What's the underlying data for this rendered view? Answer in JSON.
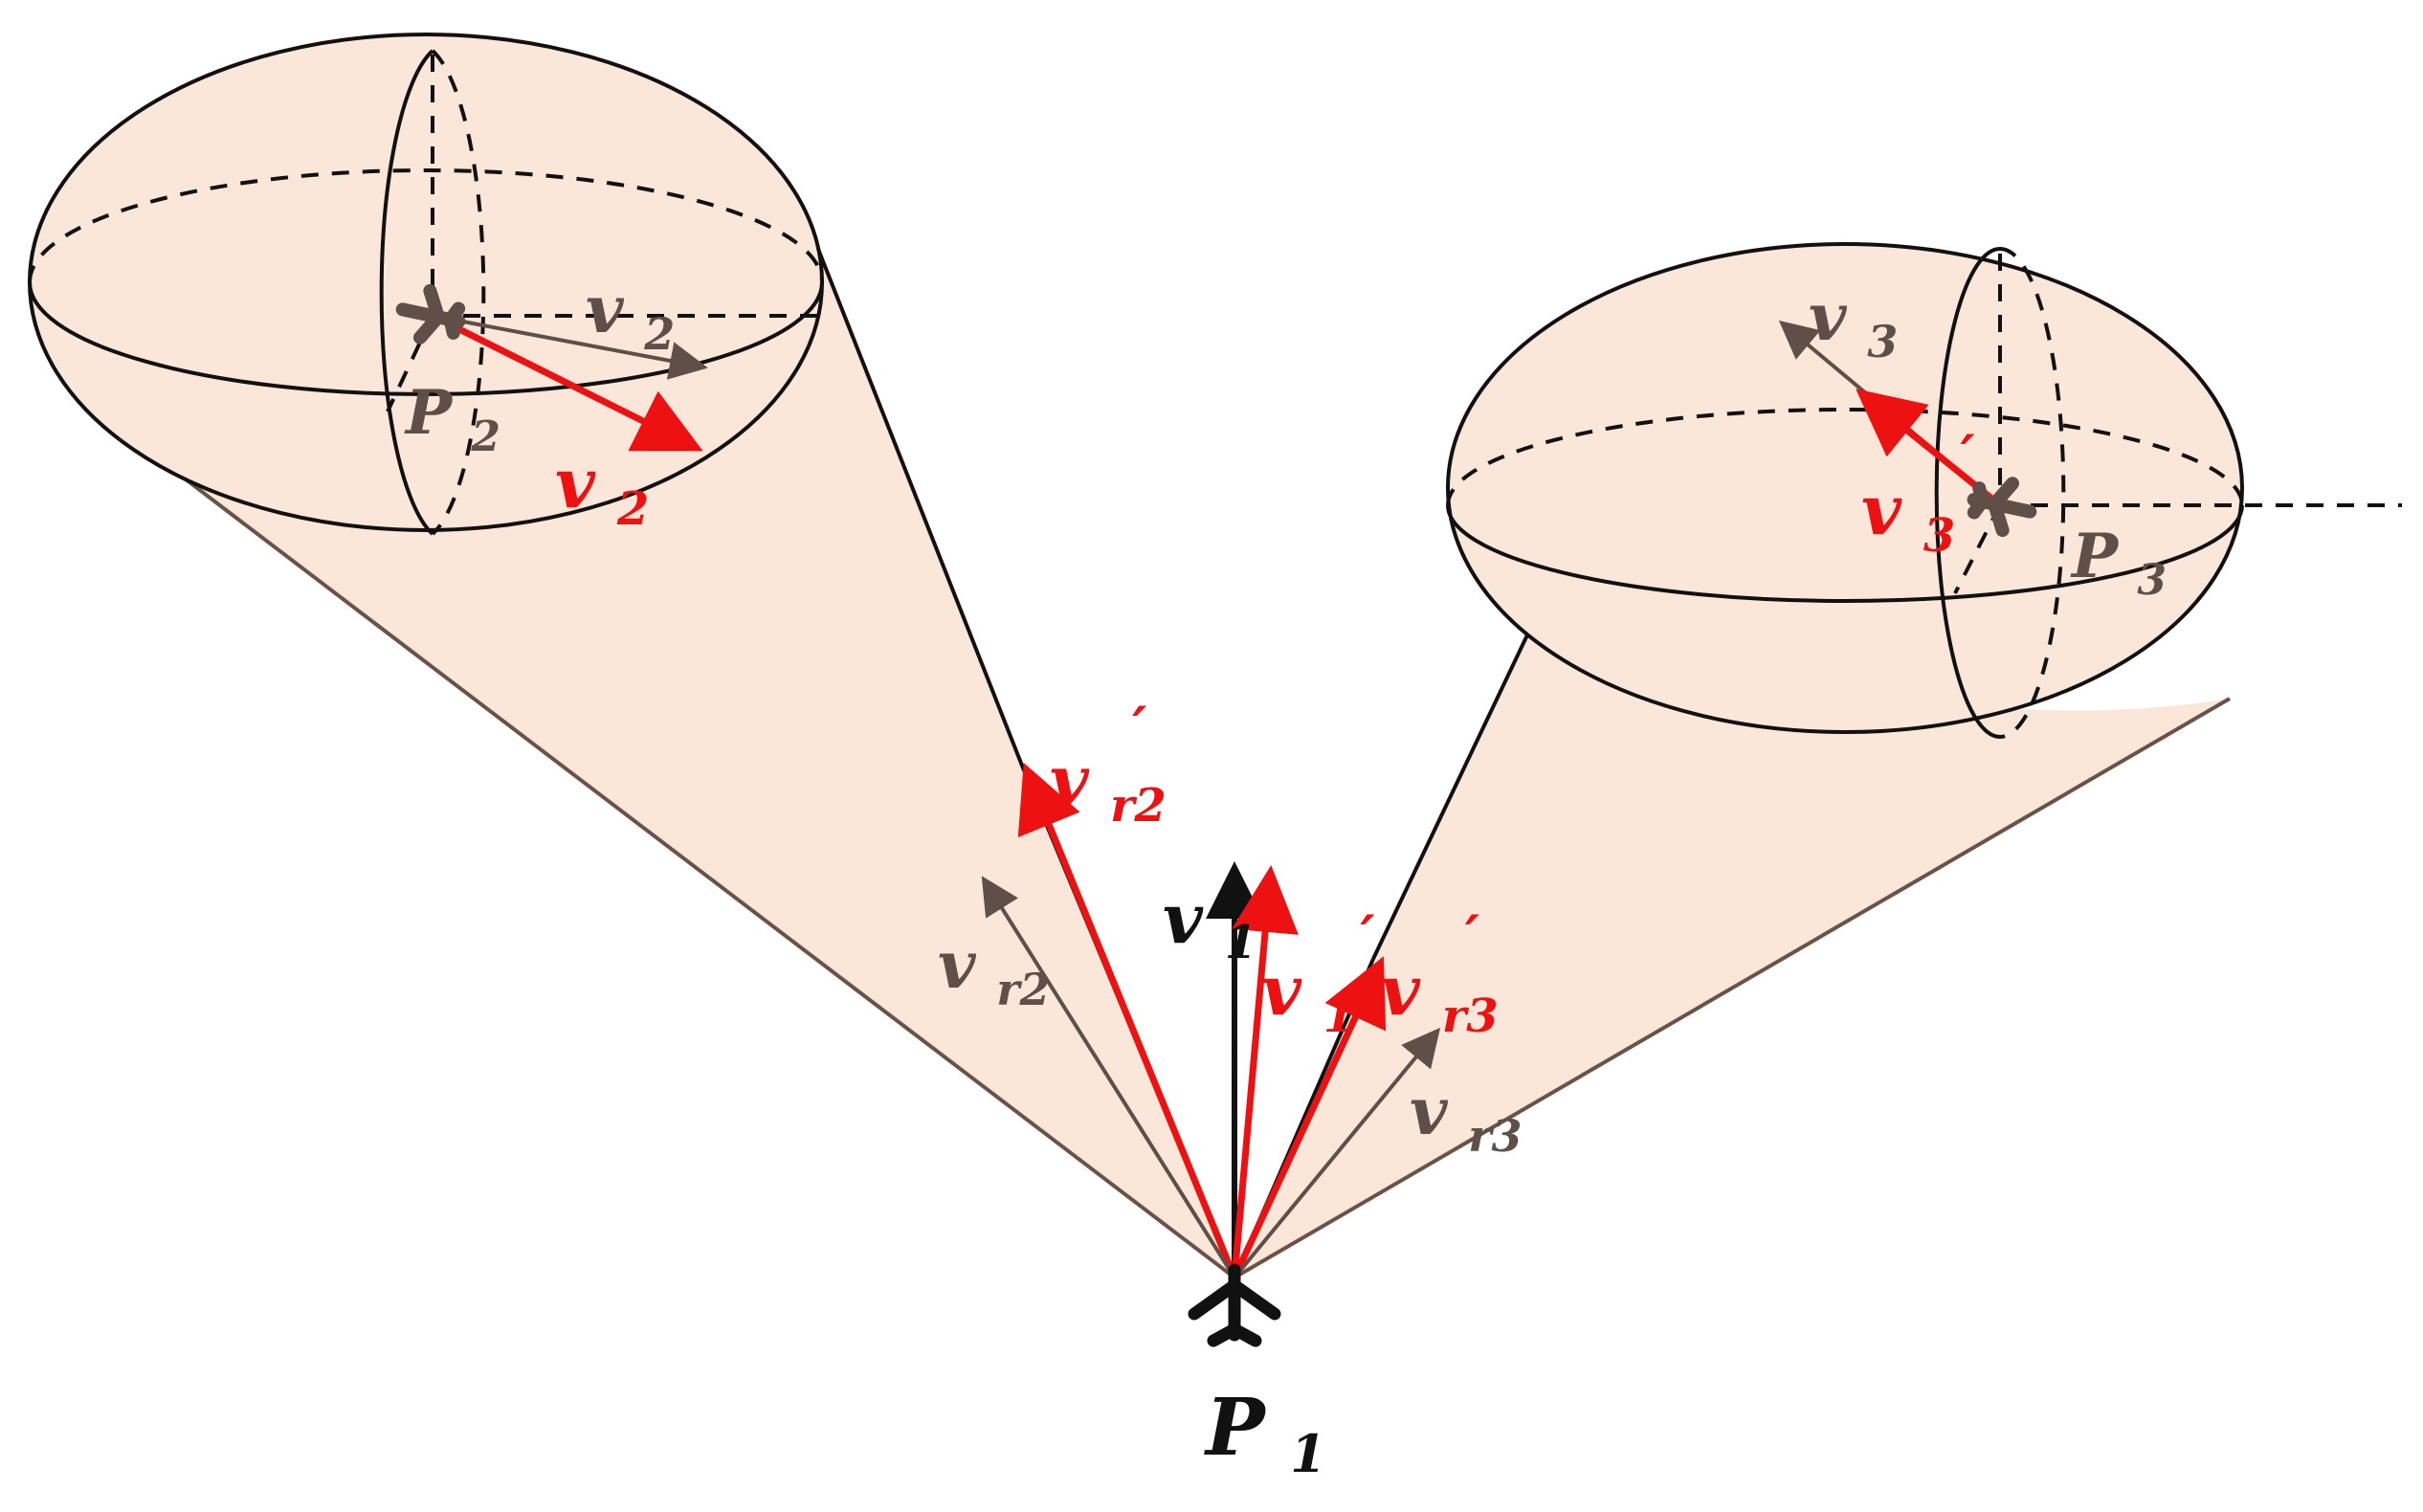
{
  "colors": {
    "cone_fill": "#fbe6da",
    "outline": "#111111",
    "cone_edge": "#6b5246",
    "brown": "#5f4f48",
    "red": "#ee1111",
    "black": "#111111"
  },
  "icons": {
    "aircraft": "aircraft-icon"
  },
  "labels": {
    "v2": {
      "main": "v",
      "sub": "2",
      "prime": ""
    },
    "v2p": {
      "main": "v",
      "sub": "2",
      "prime": "′"
    },
    "p2": {
      "main": "P",
      "sub": "2"
    },
    "v3": {
      "main": "v",
      "sub": "3",
      "prime": ""
    },
    "v3p": {
      "main": "v",
      "sub": "3",
      "prime": "′"
    },
    "p3": {
      "main": "P",
      "sub": "3"
    },
    "vr2p": {
      "main": "v",
      "sub": "r2",
      "prime": "′"
    },
    "vr2": {
      "main": "v",
      "sub": "r2",
      "prime": ""
    },
    "v1": {
      "main": "v",
      "sub": "1",
      "prime": ""
    },
    "v1p": {
      "main": "v",
      "sub": "1",
      "prime": "′"
    },
    "vr3p": {
      "main": "v",
      "sub": "r3",
      "prime": "′"
    },
    "vr3": {
      "main": "v",
      "sub": "r3",
      "prime": ""
    },
    "p1": {
      "main": "P",
      "sub": "1"
    }
  }
}
